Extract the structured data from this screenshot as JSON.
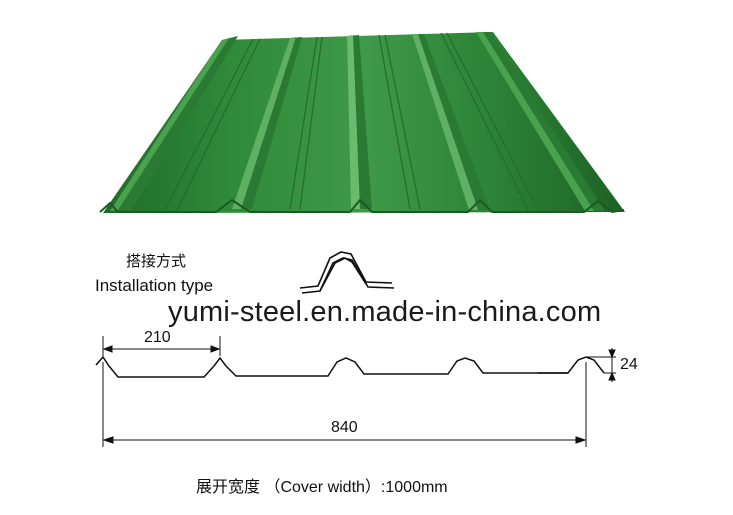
{
  "labels": {
    "installation_cn": "搭接方式",
    "installation_en": "Installation type",
    "watermark": "yumi-steel.en.made-in-china.com",
    "dim_rib_pitch": "210",
    "dim_rib_height": "24",
    "dim_span": "840",
    "cover_width": "展开宽度 （Cover width）:1000mm"
  },
  "colors": {
    "sheet_green": "#2e7d36",
    "sheet_dark": "#1b5e20",
    "sheet_light": "#5fae5f",
    "line": "#111111"
  }
}
